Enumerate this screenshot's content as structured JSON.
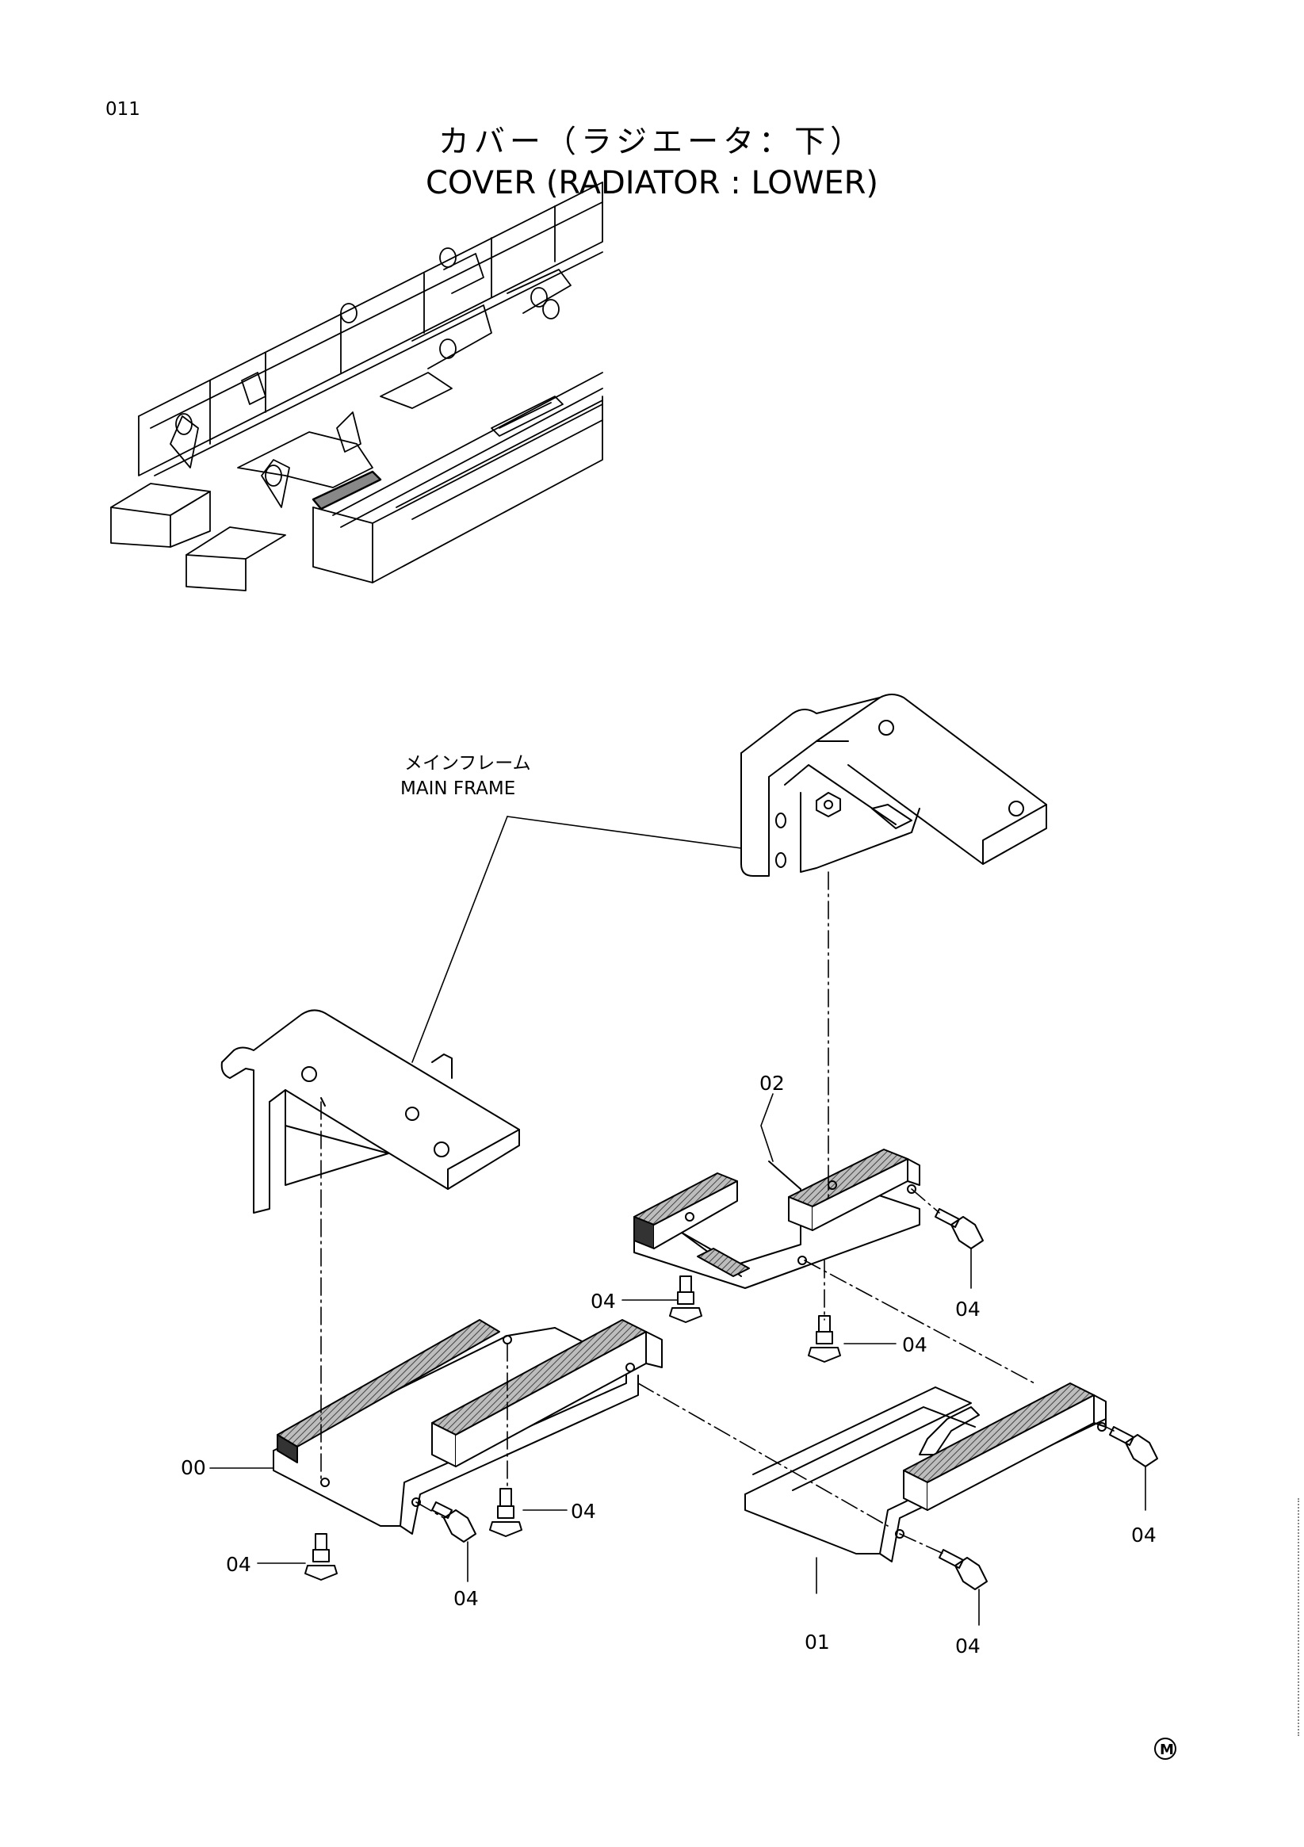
{
  "page_number": "011",
  "title_jp": "カバー（ラジエータ：下）",
  "title_en": "COVER (RADIATOR : LOWER)",
  "callout": {
    "jp": "メインフレーム",
    "en": "MAIN FRAME"
  },
  "part_labels": {
    "p00": "00",
    "p01": "01",
    "p02": "02",
    "p04": "04"
  },
  "mark": "M"
}
